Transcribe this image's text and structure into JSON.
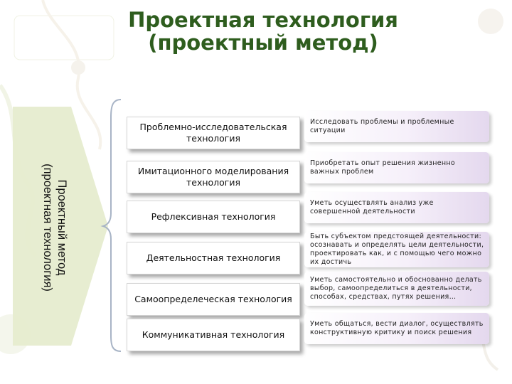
{
  "title": {
    "line1": "Проектная технология",
    "line2": "(проектный метод)"
  },
  "side_label": {
    "line1": "Проектный метод",
    "line2": "(проектная технология)"
  },
  "technologies": [
    {
      "label": "Проблемно-исследовательская технология",
      "goal": "Исследовать проблемы и проблемные ситуации"
    },
    {
      "label": "Имитационного моделирования технология",
      "goal": "Приобретать опыт решения жизненно важных проблем"
    },
    {
      "label": "Рефлексивная технология",
      "goal": "Уметь осуществлять анализ уже совершенной деятельности"
    },
    {
      "label": "Деятельностная технология",
      "goal": "Быть субъектом предстоящей деятельности: осознавать и определять цели деятельности, проектировать как, и с помощью чего можно их достичь"
    },
    {
      "label": "Самоопределеческая технология",
      "goal": "Уметь самостоятельно и обоснованно делать выбор, самоопределиться в деятельности, способах, средствах, путях решения…"
    },
    {
      "label": "Коммуникативная технология",
      "goal": "Уметь общаться, вести диалог, осуществлять конструктивную критику и поиск решения"
    }
  ],
  "colors": {
    "title": "#2e5d1e",
    "arrow": "#e6eccf",
    "bracket": "#a8b4c6",
    "goal_gradient_end": "#e4d8ee"
  }
}
